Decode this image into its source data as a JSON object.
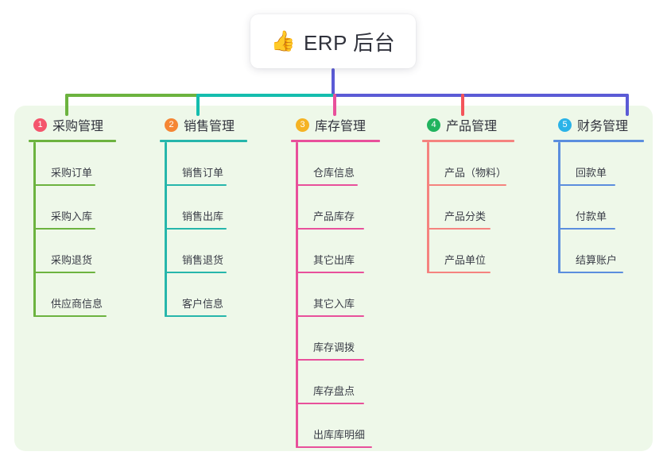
{
  "root": {
    "icon": "thumbs-up-icon",
    "emoji": "👍",
    "title": "ERP 后台"
  },
  "palette": {
    "panel_bg": "#eef8e9",
    "page_bg": "#ffffff",
    "text": "#30323c",
    "trunk": "#5b5bd6"
  },
  "connector": {
    "trunk_color": "#5b5bd6",
    "segments": [
      {
        "color": "#6cb33f",
        "from": "col1",
        "to": "col2"
      },
      {
        "color": "#14bdae",
        "from": "col2",
        "to": "col3"
      },
      {
        "color": "#5b5bd6",
        "from": "col3",
        "to": "col5"
      }
    ]
  },
  "columns": [
    {
      "number": "1",
      "title": "采购管理",
      "badge_color": "#f4556c",
      "line_color": "#6cb33f",
      "rule_width": 110,
      "drop_color": "#6cb33f",
      "items": [
        {
          "label": "采购订单",
          "rule_width": 78
        },
        {
          "label": "采购入库",
          "rule_width": 78
        },
        {
          "label": "采购退货",
          "rule_width": 78
        },
        {
          "label": "供应商信息",
          "rule_width": 92
        }
      ]
    },
    {
      "number": "2",
      "title": "销售管理",
      "badge_color": "#f58634",
      "line_color": "#26b6ab",
      "rule_width": 110,
      "drop_color": "#14bdae",
      "items": [
        {
          "label": "销售订单",
          "rule_width": 78
        },
        {
          "label": "销售出库",
          "rule_width": 78
        },
        {
          "label": "销售退货",
          "rule_width": 78
        },
        {
          "label": "客户信息",
          "rule_width": 78
        }
      ]
    },
    {
      "number": "3",
      "title": "库存管理",
      "badge_color": "#f5b324",
      "line_color": "#e8509b",
      "rule_width": 112,
      "drop_color": "#e8509b",
      "items": [
        {
          "label": "仓库信息",
          "rule_width": 78
        },
        {
          "label": "产品库存",
          "rule_width": 86
        },
        {
          "label": "其它出库",
          "rule_width": 86
        },
        {
          "label": "其它入库",
          "rule_width": 86
        },
        {
          "label": "库存调拨",
          "rule_width": 86
        },
        {
          "label": "库存盘点",
          "rule_width": 86
        },
        {
          "label": "出库库明细",
          "rule_width": 96
        }
      ]
    },
    {
      "number": "4",
      "title": "产品管理",
      "badge_color": "#21b35e",
      "line_color": "#f5837f",
      "rule_width": 116,
      "drop_color": "#f4555a",
      "items": [
        {
          "label": "产品（物料）",
          "rule_width": 100
        },
        {
          "label": "产品分类",
          "rule_width": 80
        },
        {
          "label": "产品单位",
          "rule_width": 80
        }
      ]
    },
    {
      "number": "5",
      "title": "财务管理",
      "badge_color": "#2ab3e8",
      "line_color": "#5b8ede",
      "rule_width": 114,
      "drop_color": "#5b5bd6",
      "items": [
        {
          "label": "回款单",
          "rule_width": 72
        },
        {
          "label": "付款单",
          "rule_width": 72
        },
        {
          "label": "结算账户",
          "rule_width": 82
        }
      ]
    }
  ]
}
